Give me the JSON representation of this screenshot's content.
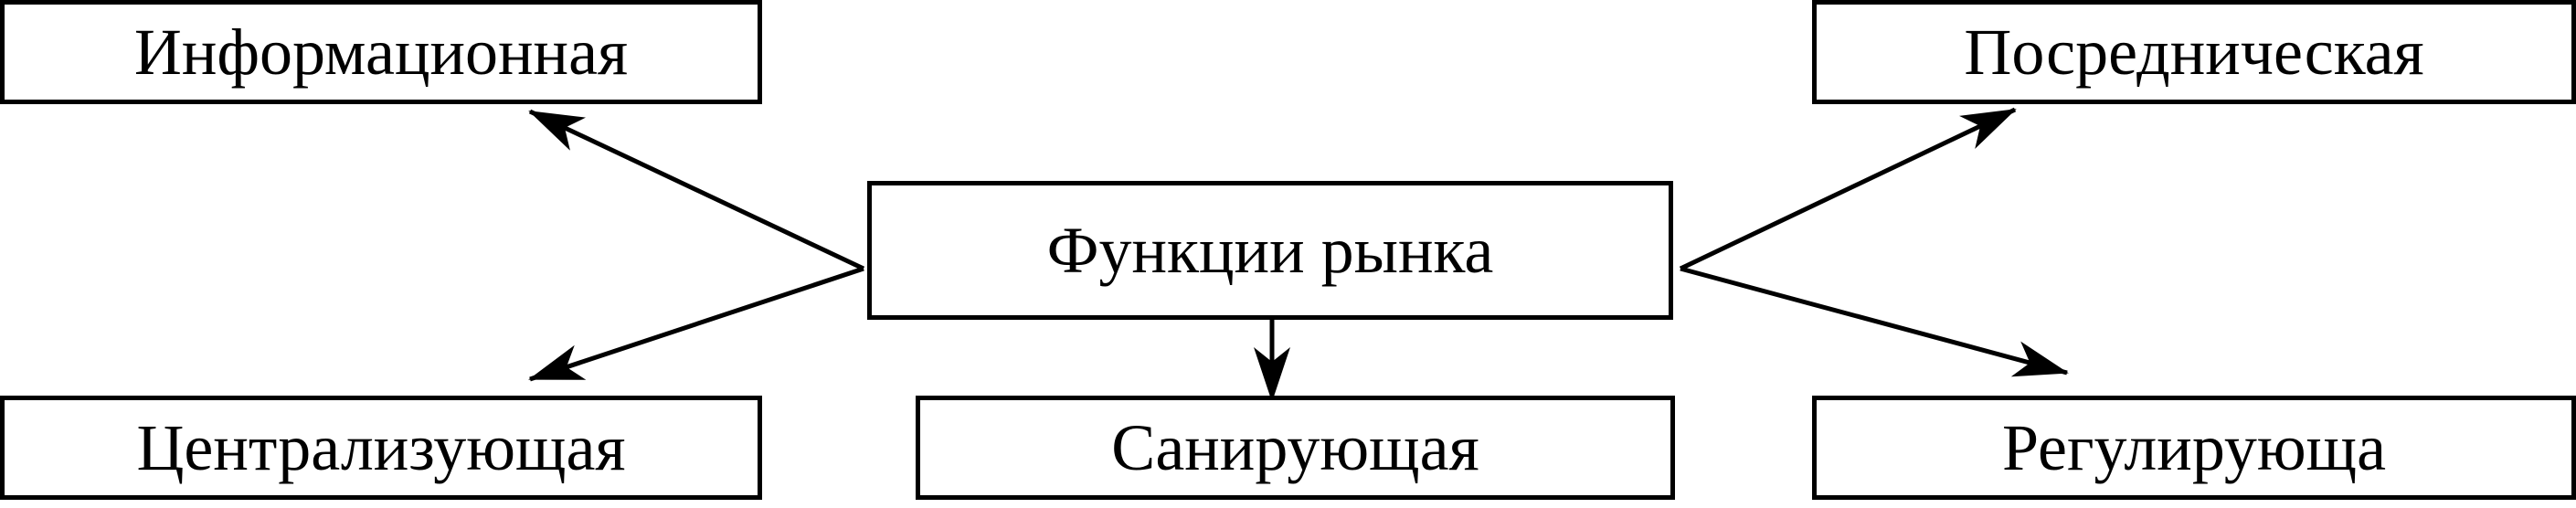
{
  "diagram": {
    "center": {
      "label": "Функции рынка"
    },
    "nodes": {
      "info": {
        "label": "Информационная"
      },
      "mediating": {
        "label": "Посредническая"
      },
      "centralizing": {
        "label": "Централизующая"
      },
      "sanitizing": {
        "label": "Санирующая"
      },
      "regulating": {
        "label": "Регулирующа"
      }
    }
  }
}
